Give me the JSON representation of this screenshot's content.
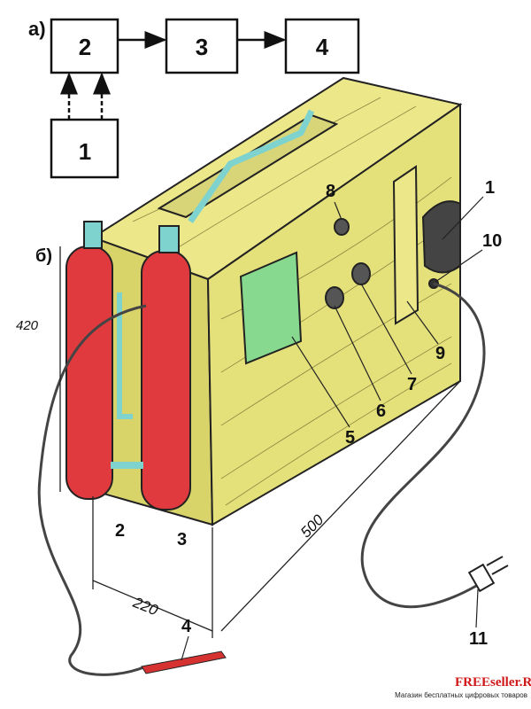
{
  "block_diagram": {
    "label": "а)",
    "boxes": [
      "2",
      "3",
      "4",
      "1"
    ]
  },
  "device": {
    "label": "б)",
    "callouts": [
      "1",
      "2",
      "3",
      "4",
      "5",
      "6",
      "7",
      "8",
      "9",
      "10",
      "11"
    ],
    "dimensions": {
      "height": "420",
      "width": "220",
      "length": "500"
    }
  },
  "colors": {
    "body": "#e4e07a",
    "cylinder": "#e03a3e",
    "tube": "#7fd3cf",
    "window": "#86d98e"
  },
  "watermark": {
    "brand": "FREEseller.RU",
    "tagline": "Магазин бесплатных цифровых товаров"
  }
}
